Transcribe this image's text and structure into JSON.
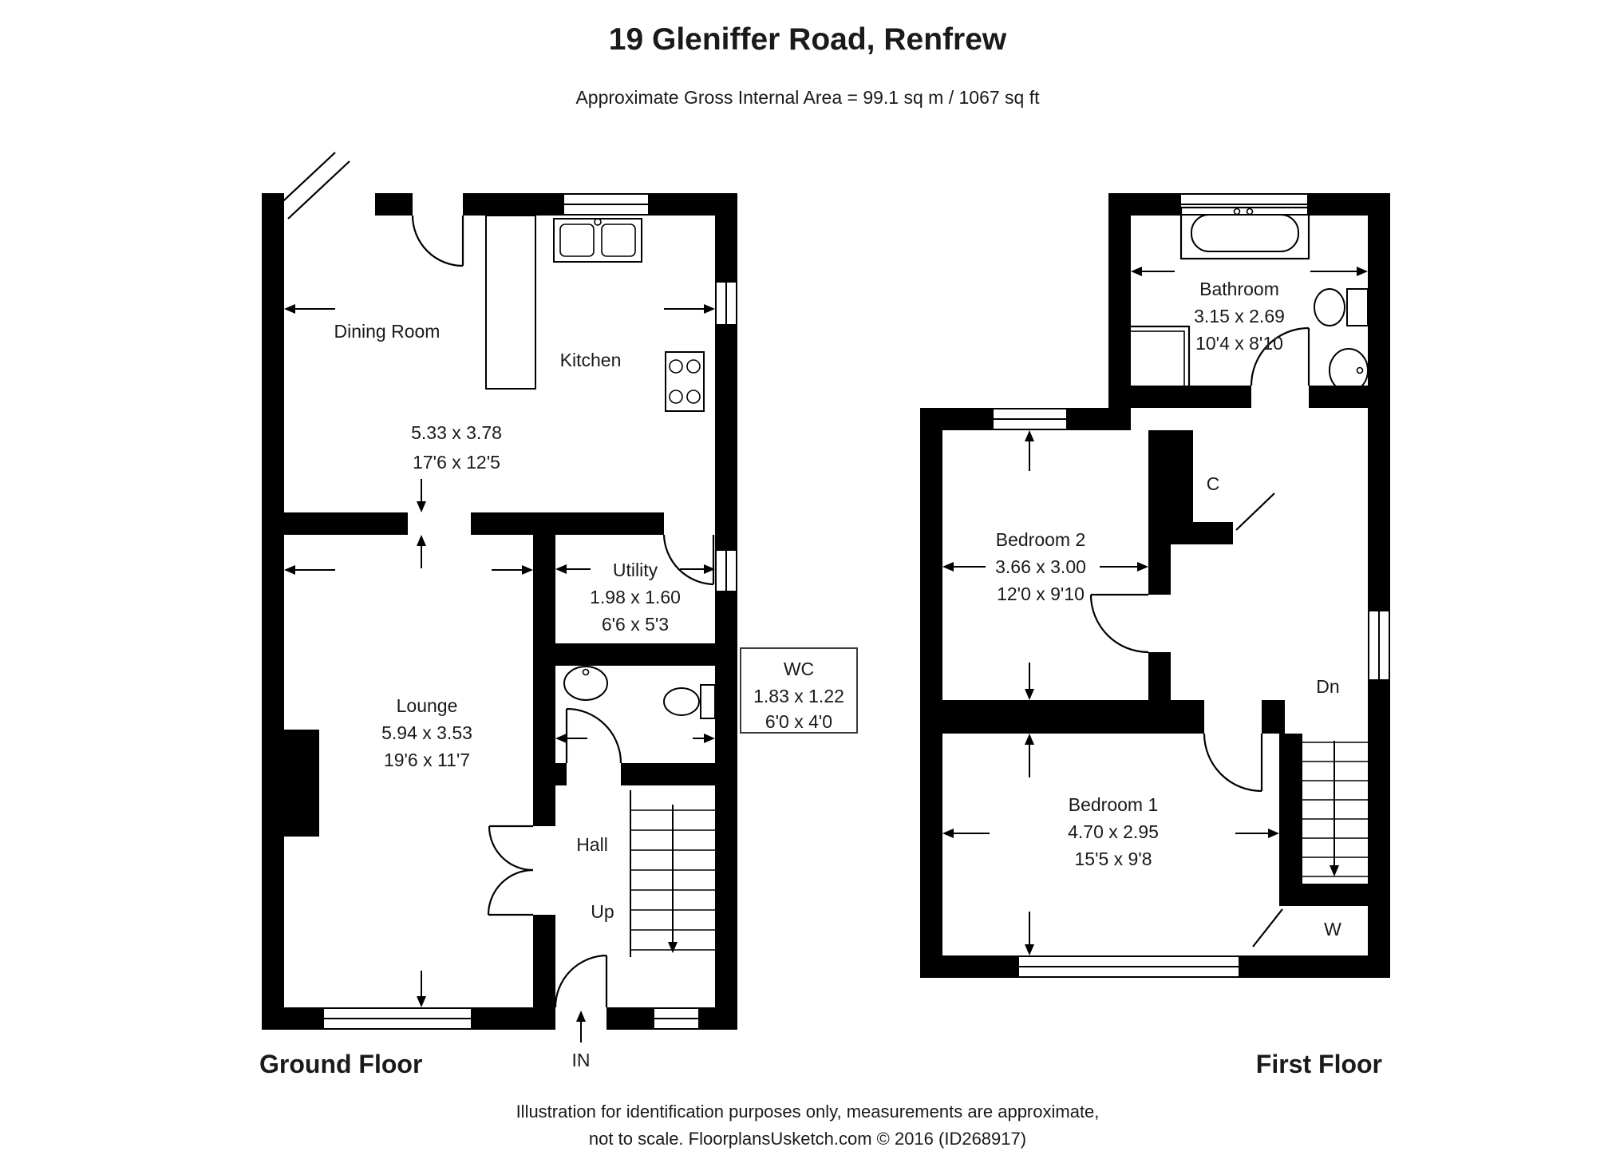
{
  "header": {
    "title": "19 Gleniffer Road, Renfrew",
    "subtitle": "Approximate Gross Internal Area = 99.1 sq m / 1067 sq ft"
  },
  "colors": {
    "wall": "#000000",
    "background": "#ffffff",
    "text": "#1a1a1a"
  },
  "ground": {
    "floor_label": "Ground Floor",
    "dining": "Dining Room",
    "kitchen": "Kitchen",
    "dining_kitchen_metric": "5.33 x 3.78",
    "dining_kitchen_imperial": "17'6 x 12'5",
    "utility": "Utility",
    "utility_metric": "1.98 x 1.60",
    "utility_imperial": "6'6 x 5'3",
    "wc": "WC",
    "wc_metric": "1.83 x 1.22",
    "wc_imperial": "6'0 x 4'0",
    "lounge": "Lounge",
    "lounge_metric": "5.94 x 3.53",
    "lounge_imperial": "19'6 x 11'7",
    "hall": "Hall",
    "stairs": "Up",
    "entrance": "IN"
  },
  "first": {
    "floor_label": "First Floor",
    "bathroom": "Bathroom",
    "bathroom_metric": "3.15 x 2.69",
    "bathroom_imperial": "10'4 x 8'10",
    "bedroom2": "Bedroom 2",
    "bedroom2_metric": "3.66 x 3.00",
    "bedroom2_imperial": "12'0 x 9'10",
    "bedroom1": "Bedroom 1",
    "bedroom1_metric": "4.70 x 2.95",
    "bedroom1_imperial": "15'5 x 9'8",
    "closet": "C",
    "stairs": "Dn",
    "wardrobe": "W"
  },
  "footer": {
    "line1": "Illustration for identification purposes only, measurements are approximate,",
    "line2": "not to scale. FloorplansUsketch.com © 2016 (ID268917)"
  }
}
